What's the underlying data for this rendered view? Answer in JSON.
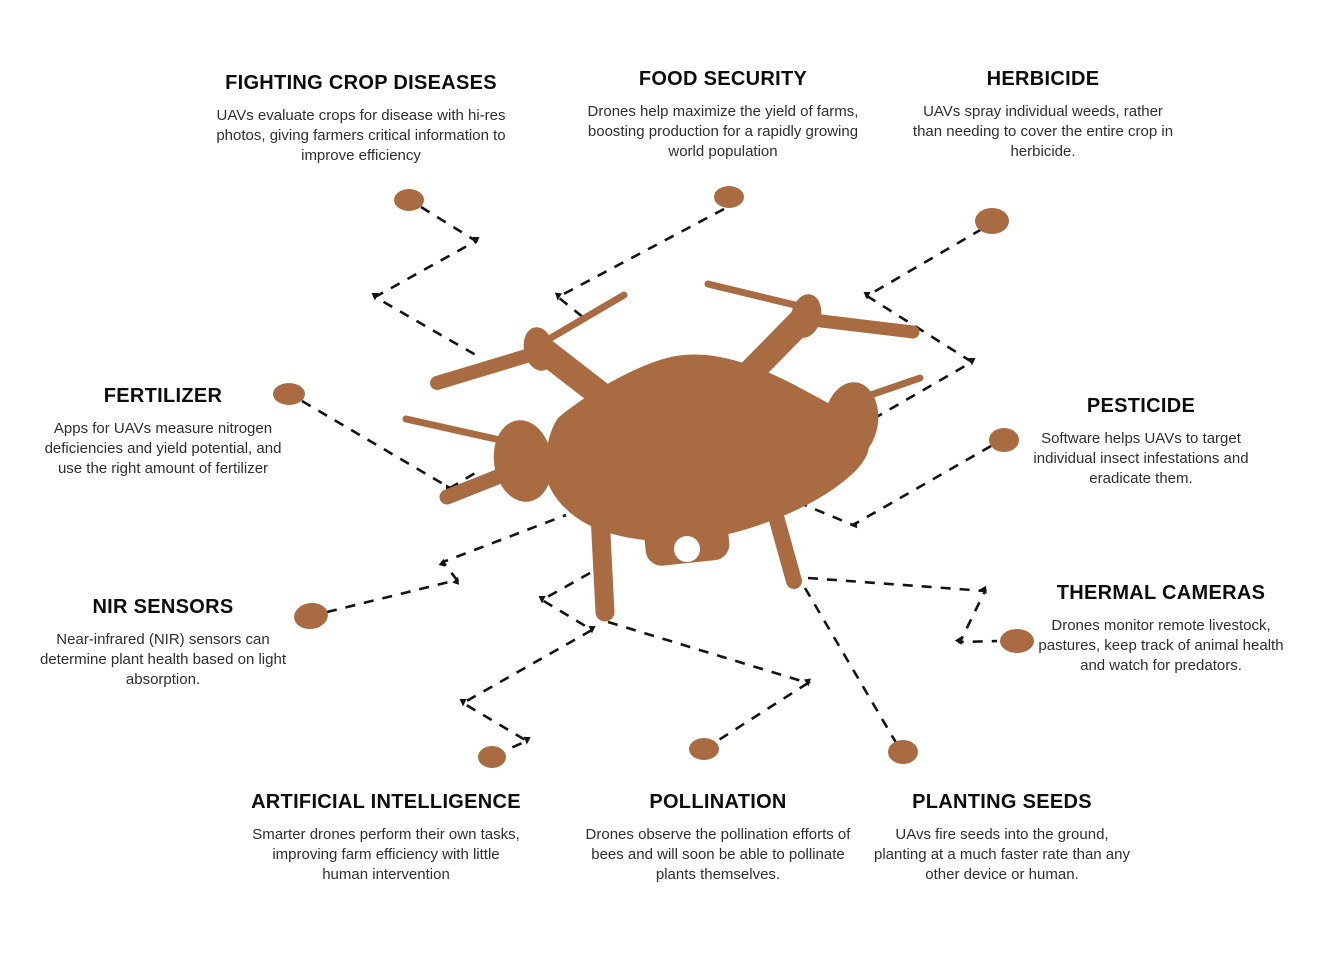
{
  "colors": {
    "accent": "#A96B41",
    "line": "#141414",
    "heading_text": "#0d0d0d",
    "body_text": "#2e2e2e",
    "background": "#ffffff"
  },
  "illustration": {
    "subject": "agricultural quadcopter drone silhouette with camera gimbal"
  },
  "sections": [
    {
      "id": "fighting-crop-diseases",
      "title": "FIGHTING CROP DISEASES",
      "description": "UAVs evaluate crops for disease with hi-res photos, giving farmers critical information to improve efficiency"
    },
    {
      "id": "food-security",
      "title": "FOOD SECURITY",
      "description": "Drones help maximize the yield of farms, boosting production for a rapidly growing world population"
    },
    {
      "id": "herbicide",
      "title": "HERBICIDE",
      "description": "UAVs spray individual weeds, rather than needing to cover the entire crop in herbicide."
    },
    {
      "id": "fertilizer",
      "title": "FERTILIZER",
      "description": "Apps for UAVs measure nitrogen deficiencies and yield potential, and use the right amount of fertilizer"
    },
    {
      "id": "pesticide",
      "title": "PESTICIDE",
      "description": "Software helps UAVs to target individual insect infestations and eradicate them."
    },
    {
      "id": "nir-sensors",
      "title": "NIR SENSORS",
      "description": "Near-infrared (NIR) sensors can determine plant health based on light absorption."
    },
    {
      "id": "thermal-cameras",
      "title": "THERMAL CAMERAS",
      "description": "Drones monitor remote livestock, pastures, keep track of animal health and watch for predators."
    },
    {
      "id": "artificial-intelligence",
      "title": "ARTIFICIAL INTELLIGENCE",
      "description": "Smarter drones perform their own tasks, improving farm efficiency with little human intervention"
    },
    {
      "id": "pollination",
      "title": "POLLINATION",
      "description": "Drones observe the pollination efforts of bees and will soon be able to pollinate plants themselves."
    },
    {
      "id": "planting-seeds",
      "title": "PLANTING SEEDS",
      "description": "UAvs fire seeds into the ground, planting at a much faster rate than any other device or human."
    }
  ]
}
